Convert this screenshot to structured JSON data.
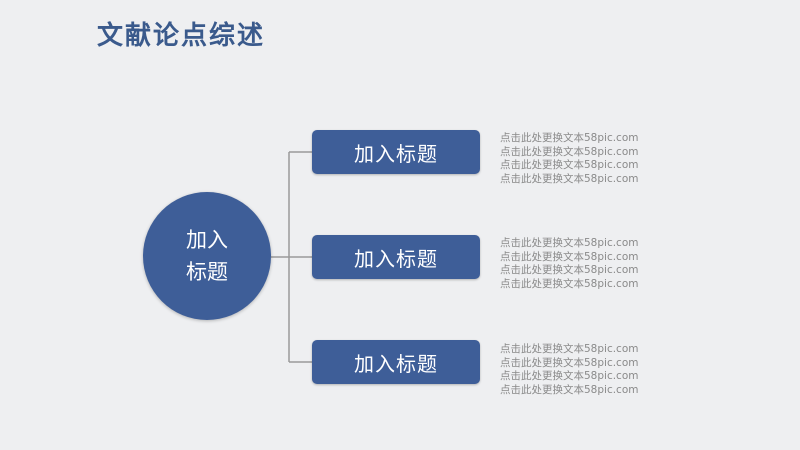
{
  "slide": {
    "title": "文献论点综述",
    "center_label": "加入标题",
    "branches": [
      {
        "label": "加入标题",
        "lines": [
          "点击此处更换文本58pic.com",
          "点击此处更换文本58pic.com",
          "点击此处更换文本58pic.com",
          "点击此处更换文本58pic.com"
        ]
      },
      {
        "label": "加入标题",
        "lines": [
          "点击此处更换文本58pic.com",
          "点击此处更换文本58pic.com",
          "点击此处更换文本58pic.com",
          "点击此处更换文本58pic.com"
        ]
      },
      {
        "label": "加入标题",
        "lines": [
          "点击此处更换文本58pic.com",
          "点击此处更换文本58pic.com",
          "点击此处更换文本58pic.com",
          "点击此处更换文本58pic.com"
        ]
      }
    ]
  },
  "colors": {
    "background": "#eeeff1",
    "accent": "#3e5e98",
    "title": "#3a5a8c",
    "description_text": "#8a8a8a",
    "connector": "#9a9a9a"
  }
}
